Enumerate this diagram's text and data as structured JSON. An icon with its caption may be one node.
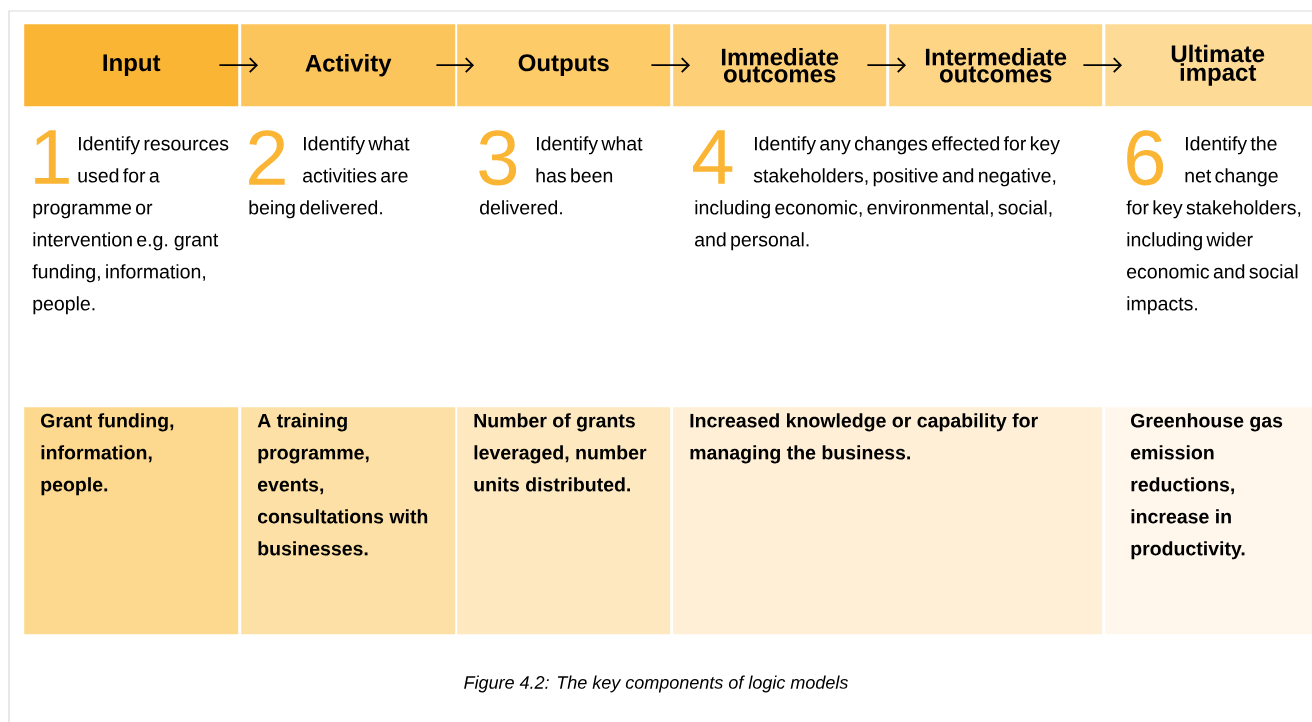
{
  "diagram": {
    "caption": "Figure 4.2: The key components of logic models",
    "nodes": [
      {
        "text": [
          "Input"
        ]
      },
      {
        "text": [
          "Activity"
        ]
      },
      {
        "text": [
          "Outputs"
        ]
      },
      {
        "text": [
          "Immediate outcomes"
        ]
      },
      {
        "text": [
          "Intermediate outcomes"
        ]
      },
      {
        "text": [
          "Ultimate impact"
        ]
      },
      {
        "text": [
          "Grant funding, information, people."
        ]
      },
      {
        "text": [
          "A training programme, events, consultations with businesses."
        ]
      },
      {
        "text": [
          "Number of grants leveraged, number units distributed."
        ]
      },
      {
        "text": [
          "Increased knowledge or capability for managing the business."
        ]
      },
      {
        "text": [
          "Greenhouse gas emission reductions, increase in productivity."
        ]
      }
    ],
    "edges": [
      {
        "from": 0,
        "to": 1,
        "arrow": "to"
      },
      {
        "from": 1,
        "to": 2,
        "arrow": "to"
      },
      {
        "from": 2,
        "to": 3,
        "arrow": "to"
      },
      {
        "from": 3,
        "to": 4,
        "arrow": "to"
      },
      {
        "from": 4,
        "to": 5,
        "arrow": "to"
      }
    ],
    "labels": [
      "1",
      "Identify resources used for a programme or intervention e.g. grant funding, information, people.",
      "2",
      "Identify what activities are being delivered.",
      "3",
      "Identify what has been delivered.",
      "4",
      "Identify any changes effected for key stakeholders, positive and negative, including economic, environmental, social, and personal.",
      "6",
      "Identify the net change for key stakeholders, including wider economic and social impacts."
    ]
  }
}
